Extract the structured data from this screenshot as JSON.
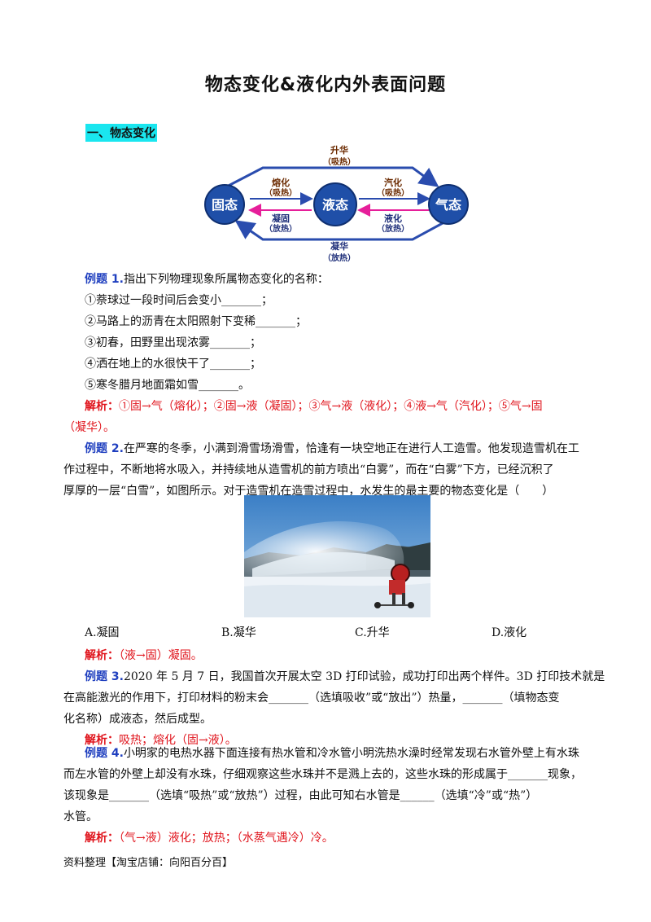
{
  "title": "物态变化&液化内外表面问题",
  "section1": "一、物态变化",
  "diagram": {
    "solid": "固态",
    "liquid": "液态",
    "gas": "气态",
    "top_name": "升华",
    "top_note": "（吸热）",
    "bottom_name": "凝华",
    "bottom_note": "（放热）",
    "melt_name": "熔化",
    "melt_note": "（吸热）",
    "freeze_name": "凝固",
    "freeze_note": "（放热）",
    "vapor_name": "汽化",
    "vapor_note": "（吸热）",
    "cond_name": "液化",
    "cond_note": "（放热）",
    "colors": {
      "node": "#1f4fa8",
      "outline": "#2a4cae",
      "arrow_blue": "#2a4cae",
      "arrow_pink": "#e61f9a",
      "label_brown": "#6b2a00",
      "label_navy": "#1f2f7a"
    }
  },
  "ex1": {
    "label": "例题 1.",
    "q": "指出下列物理现象所属物态变化的名称：",
    "items": [
      "①萘球过一段时间后会变小_______；",
      "②马路上的沥青在太阳照射下变稀_______；",
      "③初春，田野里出现浓雾_______；",
      "④洒在地上的水很快干了_______；",
      "⑤寒冬腊月地面霜如雪_______。"
    ],
    "ans_label": "解析：",
    "ans1": "①固→气（熔化）；②固→液（凝固）；③气→液（液化）；④液→气（汽化）；⑤气→固",
    "ans2": "（凝华）。"
  },
  "ex2": {
    "label": "例题 2.",
    "l1": "在严寒的冬季，小满到滑雪场滑雪，恰逢有一块空地正在进行人工造雪。他发现造雪机在工",
    "l2": "作过程中，不断地将水吸入，并持续地从造雪机的前方喷出“白雾”，而在“白雾”下方，已经沉积了",
    "l3": "厚厚的一层“白雪”，如图所示。对于造雪机在造雪过程中，水发生的最主要的物态变化是（　　）",
    "choices": [
      "A.凝固",
      "B.凝华",
      "C.升华",
      "D.液化"
    ],
    "ans_label": "解析：",
    "ans": "（液→固）凝固。"
  },
  "ex3": {
    "label": "例题 3.",
    "l1": "2020 年 5 月 7 日，我国首次开展太空 3D 打印试验，成功打印出两个样件。3D 打印技术就是",
    "l2": "在高能激光的作用下，打印材料的粉末会_______（选填吸收”或“放出”）热量，_______（填物态变",
    "l3": "化名称）成液态，然后成型。",
    "ans_label": "解析：",
    "ans": "吸热；熔化（固→液）。"
  },
  "ex4": {
    "label": "例题 4.",
    "l1": "小明家的电热水器下面连接有热水管和冷水管小明洗热水澡时经常发现右水管外壁上有水珠",
    "l2": "而左水管的外壁上却没有水珠，仔细观察这些水珠并不是溅上去的，这些水珠的形成属于_______现象，",
    "l3": "该现象是_______（选填“吸热”或“放热”）过程，由此可知右水管是______（选填“冷”或“热”）",
    "l4": "水管。",
    "ans_label": "解析：",
    "ans": "（气→液）液化；放热；（水蒸气遇冷）冷。"
  },
  "footer": "资料整理【淘宝店铺：向阳百分百】"
}
